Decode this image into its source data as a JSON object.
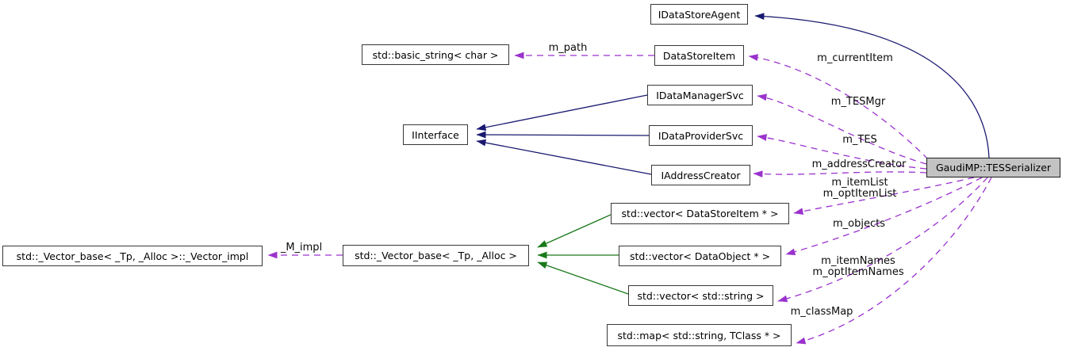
{
  "diagram_type": "doxygen-collaboration-graph",
  "colors": {
    "inheritance_arrow": "#191970",
    "protected_inheritance_arrow": "#1a791a",
    "usage_arrow": "#9a32cd",
    "node_border": "#383838",
    "node_fill": "#ffffff",
    "focus_node_fill": "#c3c3c3",
    "text": "#000000"
  },
  "nodes": [
    {
      "id": "idatastoreagent",
      "label": "IDataStoreAgent"
    },
    {
      "id": "datastoreitem",
      "label": "DataStoreItem"
    },
    {
      "id": "basic-string",
      "label": "std::basic_string< char >"
    },
    {
      "id": "idatamanagersvc",
      "label": "IDataManagerSvc"
    },
    {
      "id": "iinterface",
      "label": "IInterface"
    },
    {
      "id": "idataprovidersvc",
      "label": "IDataProviderSvc"
    },
    {
      "id": "iaddresscreator",
      "label": "IAddressCreator"
    },
    {
      "id": "tesserializer",
      "label": "GaudiMP::TESSerializer"
    },
    {
      "id": "vector-datastoreitem",
      "label": "std::vector< DataStoreItem * >"
    },
    {
      "id": "vector-dataobject",
      "label": "std::vector< DataObject * >"
    },
    {
      "id": "vector-string",
      "label": "std::vector< std::string >"
    },
    {
      "id": "map-string-tclass",
      "label": "std::map< std::string, TClass * >"
    },
    {
      "id": "vector-base-impl",
      "label": "std::_Vector_base< _Tp, _Alloc >::_Vector_impl"
    },
    {
      "id": "vector-base",
      "label": "std::_Vector_base< _Tp, _Alloc >"
    }
  ],
  "edges": [
    {
      "from": "GaudiMP::TESSerializer",
      "to": "IDataStoreAgent",
      "kind": "public-inheritance",
      "label": ""
    },
    {
      "from": "IDataManagerSvc",
      "to": "IInterface",
      "kind": "public-inheritance",
      "label": ""
    },
    {
      "from": "IDataProviderSvc",
      "to": "IInterface",
      "kind": "public-inheritance",
      "label": ""
    },
    {
      "from": "IAddressCreator",
      "to": "IInterface",
      "kind": "public-inheritance",
      "label": ""
    },
    {
      "from": "std::vector< DataStoreItem * >",
      "to": "std::_Vector_base< _Tp, _Alloc >",
      "kind": "protected-inheritance",
      "label": ""
    },
    {
      "from": "std::vector< DataObject * >",
      "to": "std::_Vector_base< _Tp, _Alloc >",
      "kind": "protected-inheritance",
      "label": ""
    },
    {
      "from": "std::vector< std::string >",
      "to": "std::_Vector_base< _Tp, _Alloc >",
      "kind": "protected-inheritance",
      "label": ""
    },
    {
      "from": "DataStoreItem",
      "to": "std::basic_string< char >",
      "kind": "usage",
      "label": "m_path"
    },
    {
      "from": "GaudiMP::TESSerializer",
      "to": "DataStoreItem",
      "kind": "usage",
      "label": "m_currentItem"
    },
    {
      "from": "GaudiMP::TESSerializer",
      "to": "IDataManagerSvc",
      "kind": "usage",
      "label": "m_TESMgr"
    },
    {
      "from": "GaudiMP::TESSerializer",
      "to": "IDataProviderSvc",
      "kind": "usage",
      "label": "m_TES"
    },
    {
      "from": "GaudiMP::TESSerializer",
      "to": "IAddressCreator",
      "kind": "usage",
      "label": "m_addressCreator"
    },
    {
      "from": "GaudiMP::TESSerializer",
      "to": "std::vector< DataStoreItem * >",
      "kind": "usage",
      "label": "m_itemList\nm_optItemList"
    },
    {
      "from": "GaudiMP::TESSerializer",
      "to": "std::vector< DataObject * >",
      "kind": "usage",
      "label": "m_objects"
    },
    {
      "from": "GaudiMP::TESSerializer",
      "to": "std::vector< std::string >",
      "kind": "usage",
      "label": "m_itemNames\nm_optItemNames"
    },
    {
      "from": "GaudiMP::TESSerializer",
      "to": "std::map< std::string, TClass * >",
      "kind": "usage",
      "label": "m_classMap"
    },
    {
      "from": "std::_Vector_base< _Tp, _Alloc >",
      "to": "std::_Vector_base< _Tp, _Alloc >::_Vector_impl",
      "kind": "usage",
      "label": "_M_impl"
    }
  ]
}
